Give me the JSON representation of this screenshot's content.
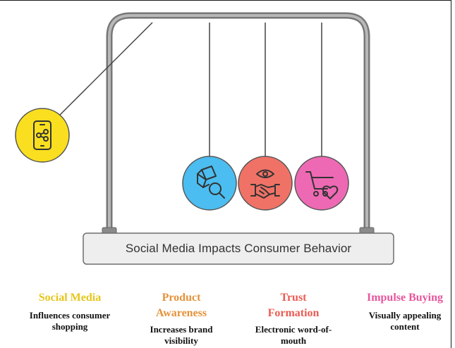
{
  "base": {
    "title": "Social Media Impacts Consumer Behavior"
  },
  "nodes": [
    {
      "heading": "Social Media",
      "description": "Influences consumer shopping",
      "color": "#e6c619",
      "fill": "#f9df1f",
      "icon": "smartphone-share-icon"
    },
    {
      "heading": "Product Awareness",
      "description": "Increases brand visibility",
      "color": "#e5923a",
      "fill": "#4bbdf0",
      "icon": "box-search-icon"
    },
    {
      "heading": "Trust Formation",
      "description": "Electronic word-of-mouth",
      "color": "#ea5b52",
      "fill": "#f07266",
      "icon": "eye-handshake-icon"
    },
    {
      "heading": "Impulse Buying",
      "description": "Visually appealing content",
      "color": "#e8559c",
      "fill": "#ee69b3",
      "icon": "cart-heart-icon"
    }
  ],
  "frame_color": "#8d8d8d",
  "base_color": "#eeeeee"
}
